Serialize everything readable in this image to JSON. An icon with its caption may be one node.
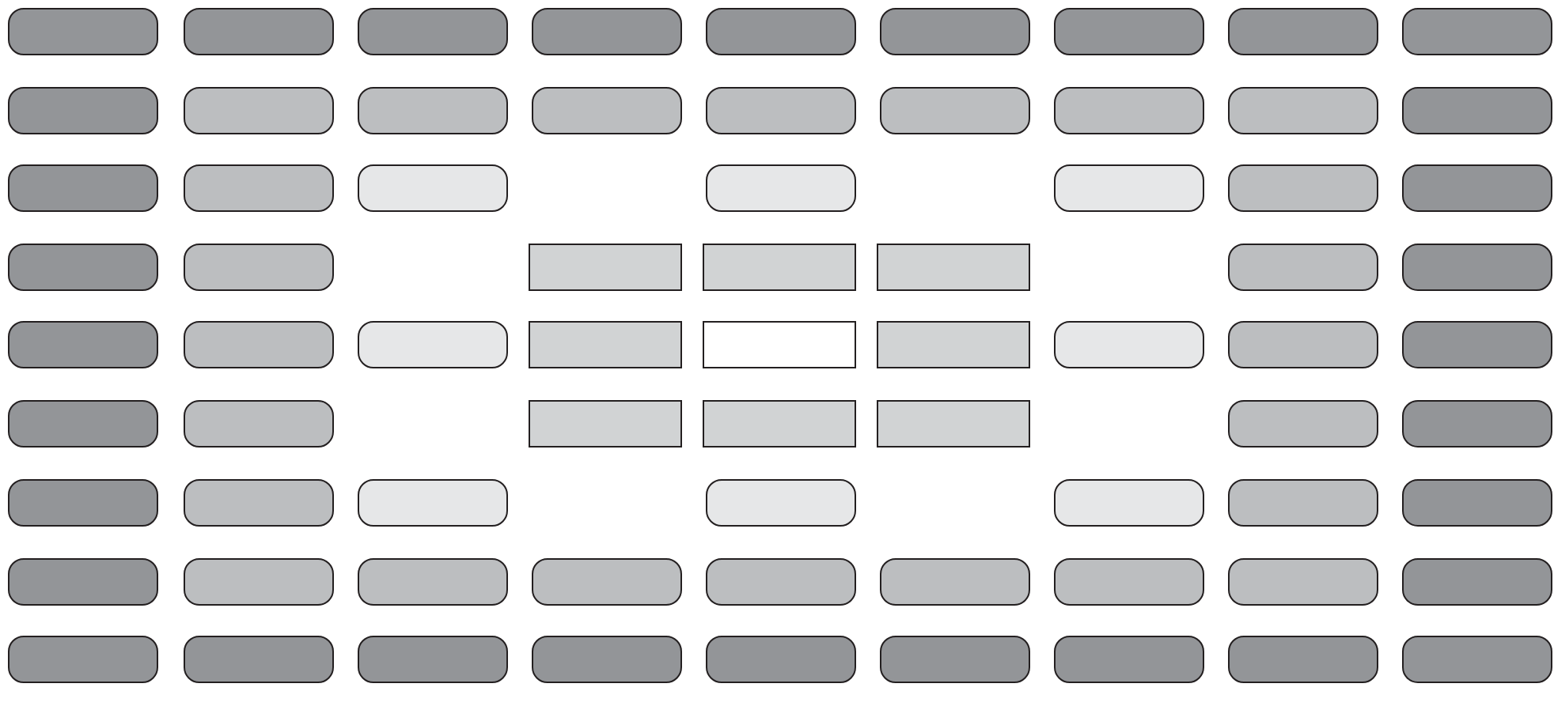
{
  "diagram": {
    "nodes": [
      {
        "text": [],
        "shape": "pill"
      },
      {
        "text": [],
        "shape": "pill"
      },
      {
        "text": [],
        "shape": "pill"
      },
      {
        "text": [],
        "shape": "pill"
      },
      {
        "text": [],
        "shape": "pill"
      },
      {
        "text": [],
        "shape": "pill"
      },
      {
        "text": [],
        "shape": "pill"
      },
      {
        "text": [],
        "shape": "pill"
      },
      {
        "text": [],
        "shape": "pill"
      },
      {
        "text": [],
        "shape": "pill"
      },
      {
        "text": [],
        "shape": "pill"
      },
      {
        "text": [],
        "shape": "pill"
      },
      {
        "text": [],
        "shape": "pill"
      },
      {
        "text": [],
        "shape": "pill"
      },
      {
        "text": [],
        "shape": "pill"
      },
      {
        "text": [],
        "shape": "pill"
      },
      {
        "text": [],
        "shape": "pill"
      },
      {
        "text": [],
        "shape": "pill"
      },
      {
        "text": [],
        "shape": "pill"
      },
      {
        "text": [],
        "shape": "pill"
      },
      {
        "text": [],
        "shape": "pill"
      },
      {
        "text": [],
        "shape": "pill"
      },
      {
        "text": [],
        "shape": "pill"
      },
      {
        "text": [],
        "shape": "pill"
      },
      {
        "text": [],
        "shape": "pill"
      },
      {
        "text": [],
        "shape": "pill"
      },
      {
        "text": [],
        "shape": "pill"
      },
      {
        "text": [],
        "shape": "box"
      },
      {
        "text": [],
        "shape": "box"
      },
      {
        "text": [],
        "shape": "box"
      },
      {
        "text": [],
        "shape": "pill"
      },
      {
        "text": [],
        "shape": "pill"
      },
      {
        "text": [],
        "shape": "pill"
      },
      {
        "text": [],
        "shape": "pill"
      },
      {
        "text": [],
        "shape": "pill"
      },
      {
        "text": [],
        "shape": "box"
      },
      {
        "text": [],
        "shape": "box"
      },
      {
        "text": [],
        "shape": "box"
      },
      {
        "text": [],
        "shape": "pill"
      },
      {
        "text": [],
        "shape": "pill"
      },
      {
        "text": [],
        "shape": "pill"
      },
      {
        "text": [],
        "shape": "pill"
      },
      {
        "text": [],
        "shape": "pill"
      },
      {
        "text": [],
        "shape": "box"
      },
      {
        "text": [],
        "shape": "box"
      },
      {
        "text": [],
        "shape": "box"
      },
      {
        "text": [],
        "shape": "pill"
      },
      {
        "text": [],
        "shape": "pill"
      },
      {
        "text": [],
        "shape": "pill"
      },
      {
        "text": [],
        "shape": "pill"
      },
      {
        "text": [],
        "shape": "pill"
      },
      {
        "text": [],
        "shape": "pill"
      },
      {
        "text": [],
        "shape": "pill"
      },
      {
        "text": [],
        "shape": "pill"
      },
      {
        "text": [],
        "shape": "pill"
      },
      {
        "text": [],
        "shape": "pill"
      },
      {
        "text": [],
        "shape": "pill"
      },
      {
        "text": [],
        "shape": "pill"
      },
      {
        "text": [],
        "shape": "pill"
      },
      {
        "text": [],
        "shape": "pill"
      },
      {
        "text": [],
        "shape": "pill"
      },
      {
        "text": [],
        "shape": "pill"
      },
      {
        "text": [],
        "shape": "pill"
      },
      {
        "text": [],
        "shape": "pill"
      },
      {
        "text": [],
        "shape": "pill"
      },
      {
        "text": [],
        "shape": "pill"
      },
      {
        "text": [],
        "shape": "pill"
      },
      {
        "text": [],
        "shape": "pill"
      },
      {
        "text": [],
        "shape": "pill"
      },
      {
        "text": [],
        "shape": "pill"
      },
      {
        "text": [],
        "shape": "pill"
      },
      {
        "text": [],
        "shape": "pill"
      },
      {
        "text": [],
        "shape": "pill"
      }
    ]
  }
}
